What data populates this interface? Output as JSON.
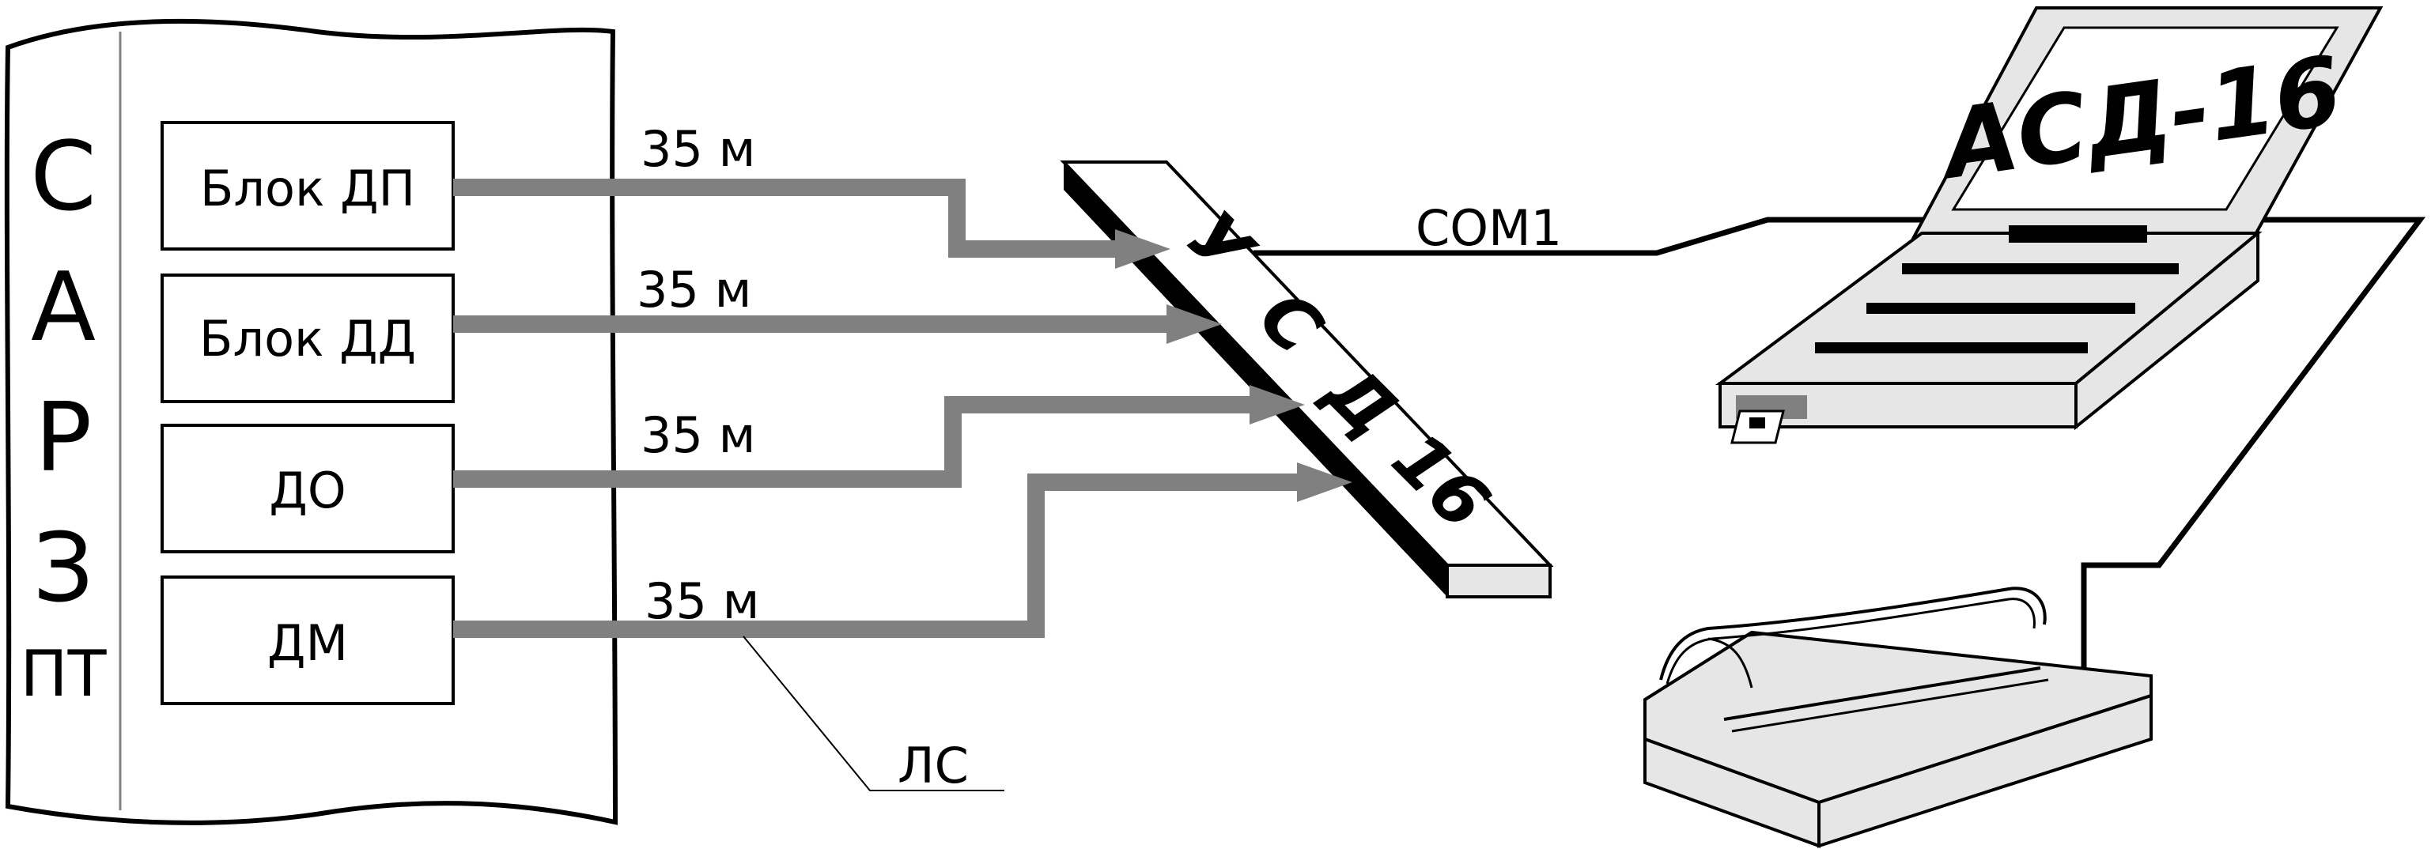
{
  "left_panel": {
    "vertical_letters": [
      "С",
      "А",
      "Р",
      "З",
      "ПТ"
    ],
    "blocks": [
      "Блок ДП",
      "Блок ДД",
      "ДО",
      "ДМ"
    ]
  },
  "cables": {
    "distance_labels": [
      "35 м",
      "35 м",
      "35 м",
      "35 м"
    ],
    "line_label": "ЛС"
  },
  "device": {
    "letters": [
      "У",
      "С",
      "Д",
      "16"
    ]
  },
  "connection": {
    "port_label": "COM1"
  },
  "laptop": {
    "screen_text": "АСД-16"
  },
  "colors": {
    "cable": "#808080",
    "outline": "#000000",
    "fill_light": "#e6e6e6",
    "fill_white": "#ffffff"
  }
}
